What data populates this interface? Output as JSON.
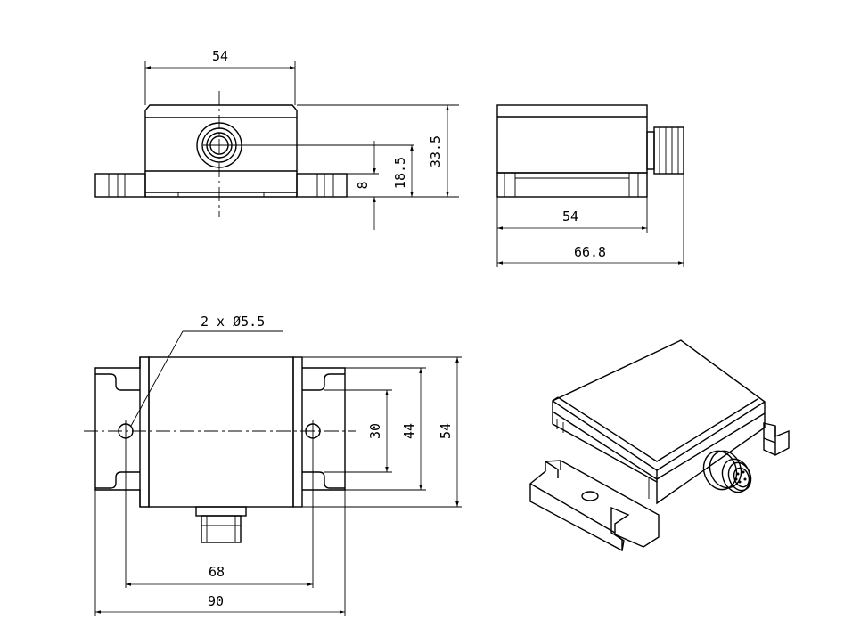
{
  "front_view": {
    "dim_width": "54",
    "dim_height_total": "33.5",
    "dim_center_height": "18.5",
    "dim_base": "8"
  },
  "side_view": {
    "dim_body": "54",
    "dim_overall": "66.8"
  },
  "top_view": {
    "hole_callout": "2 x Ø5.5",
    "dim_slot": "30",
    "dim_hole_spacing_v": "44",
    "dim_height": "54",
    "dim_hole_spacing_h": "68",
    "dim_overall_width": "90"
  }
}
